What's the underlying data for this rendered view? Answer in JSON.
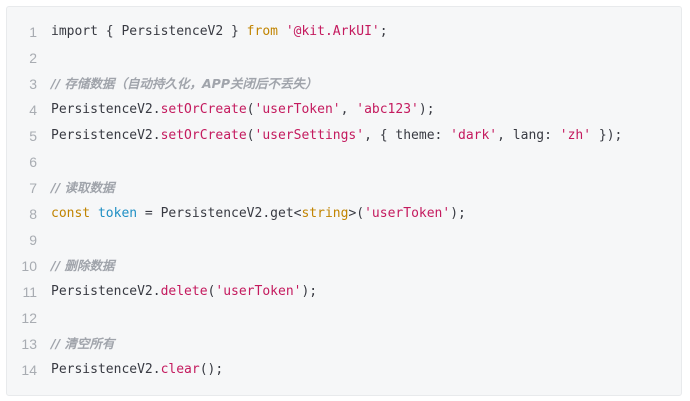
{
  "colors": {
    "background": "#f6f7f8",
    "keyword": "#c18401",
    "string": "#c41a5e",
    "method": "#c41a5e",
    "variable": "#1f8fc4",
    "comment": "#a0a4ab",
    "line_number": "#a8acb2",
    "plain": "#383a42"
  },
  "lines": [
    {
      "number": "1",
      "tokens": [
        {
          "t": "import { PersistenceV2 } ",
          "k": "plain"
        },
        {
          "t": "from",
          "k": "kw"
        },
        {
          "t": " ",
          "k": "plain"
        },
        {
          "t": "'@kit.ArkUI'",
          "k": "str"
        },
        {
          "t": ";",
          "k": "plain"
        }
      ]
    },
    {
      "number": "2",
      "tokens": []
    },
    {
      "number": "3",
      "tokens": [
        {
          "t": "// 存储数据（自动持久化，APP关闭后不丢失）",
          "k": "cm"
        }
      ]
    },
    {
      "number": "4",
      "tokens": [
        {
          "t": "PersistenceV2.",
          "k": "plain"
        },
        {
          "t": "setOrCreate",
          "k": "fn"
        },
        {
          "t": "(",
          "k": "plain"
        },
        {
          "t": "'userToken'",
          "k": "str"
        },
        {
          "t": ", ",
          "k": "plain"
        },
        {
          "t": "'abc123'",
          "k": "str"
        },
        {
          "t": ");",
          "k": "plain"
        }
      ]
    },
    {
      "number": "5",
      "tokens": [
        {
          "t": "PersistenceV2.",
          "k": "plain"
        },
        {
          "t": "setOrCreate",
          "k": "fn"
        },
        {
          "t": "(",
          "k": "plain"
        },
        {
          "t": "'userSettings'",
          "k": "str"
        },
        {
          "t": ", { theme: ",
          "k": "plain"
        },
        {
          "t": "'dark'",
          "k": "str"
        },
        {
          "t": ", lang: ",
          "k": "plain"
        },
        {
          "t": "'zh'",
          "k": "str"
        },
        {
          "t": " });",
          "k": "plain"
        }
      ]
    },
    {
      "number": "6",
      "tokens": []
    },
    {
      "number": "7",
      "tokens": [
        {
          "t": "// 读取数据",
          "k": "cm"
        }
      ]
    },
    {
      "number": "8",
      "tokens": [
        {
          "t": "const",
          "k": "kw"
        },
        {
          "t": " ",
          "k": "plain"
        },
        {
          "t": "token",
          "k": "var"
        },
        {
          "t": " = PersistenceV2.get<",
          "k": "plain"
        },
        {
          "t": "string",
          "k": "ty"
        },
        {
          "t": ">(",
          "k": "plain"
        },
        {
          "t": "'userToken'",
          "k": "str"
        },
        {
          "t": ");",
          "k": "plain"
        }
      ]
    },
    {
      "number": "9",
      "tokens": []
    },
    {
      "number": "10",
      "tokens": [
        {
          "t": "// 删除数据",
          "k": "cm"
        }
      ]
    },
    {
      "number": "11",
      "tokens": [
        {
          "t": "PersistenceV2.",
          "k": "plain"
        },
        {
          "t": "delete",
          "k": "fn"
        },
        {
          "t": "(",
          "k": "plain"
        },
        {
          "t": "'userToken'",
          "k": "str"
        },
        {
          "t": ");",
          "k": "plain"
        }
      ]
    },
    {
      "number": "12",
      "tokens": []
    },
    {
      "number": "13",
      "tokens": [
        {
          "t": "// 清空所有",
          "k": "cm"
        }
      ]
    },
    {
      "number": "14",
      "tokens": [
        {
          "t": "PersistenceV2.",
          "k": "plain"
        },
        {
          "t": "clear",
          "k": "fn"
        },
        {
          "t": "();",
          "k": "plain"
        }
      ]
    }
  ]
}
